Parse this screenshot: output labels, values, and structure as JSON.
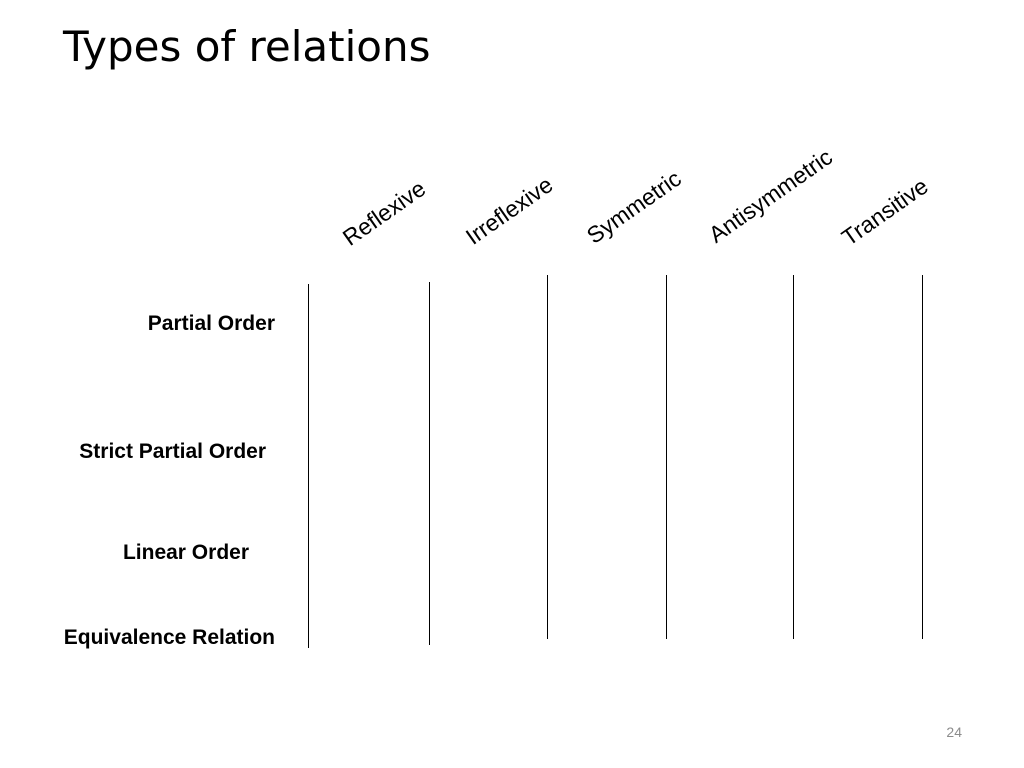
{
  "slide": {
    "title": "Types of relations",
    "page_number": "24"
  },
  "table": {
    "columns": [
      {
        "label": "Reflexive"
      },
      {
        "label": "Irreflexive"
      },
      {
        "label": "Symmetric"
      },
      {
        "label": "Antisymmetric"
      },
      {
        "label": "Transitive"
      }
    ],
    "rows": [
      {
        "label": "Partial Order"
      },
      {
        "label": "Strict Partial Order"
      },
      {
        "label": "Linear Order"
      },
      {
        "label": "Equivalence Relation"
      }
    ]
  }
}
